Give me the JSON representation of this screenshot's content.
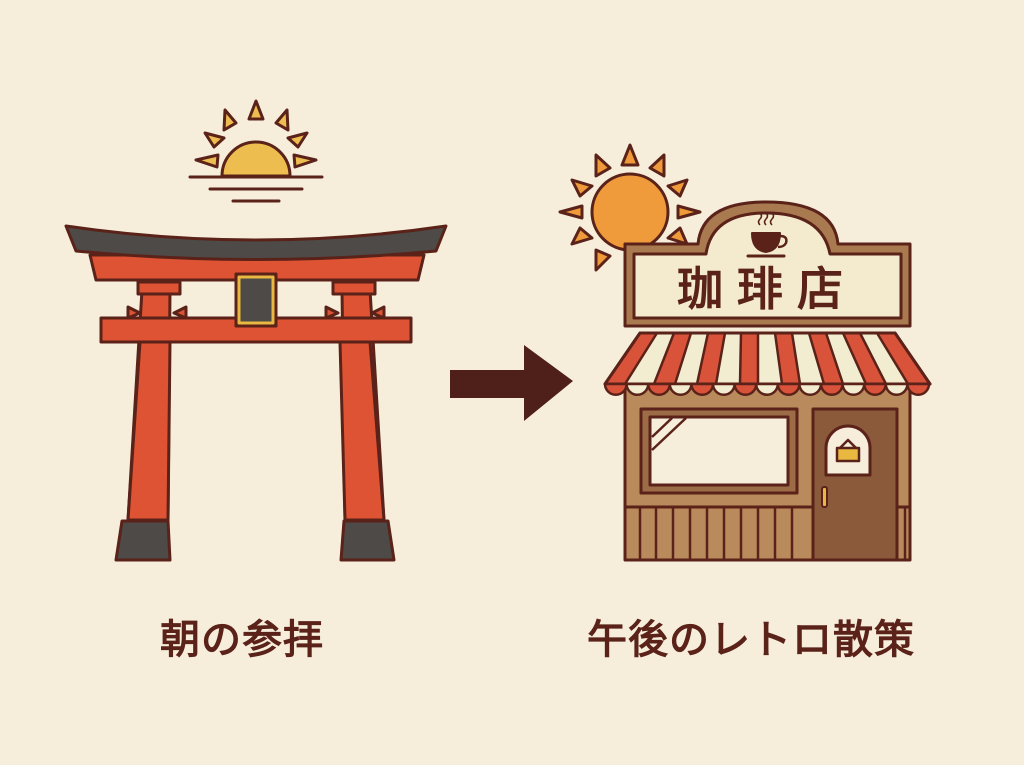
{
  "captions": {
    "left": "朝の参拝",
    "right": "午後のレトロ散策"
  },
  "shop_sign": {
    "text": "珈琲店"
  },
  "scenes": {
    "left": {
      "subject": "torii-gate",
      "sun": "morning-sunrise"
    },
    "right": {
      "subject": "retro-coffee-shop",
      "sun": "afternoon-sun"
    }
  },
  "arrow": {
    "direction": "right"
  },
  "colors": {
    "background": "#f6eedb",
    "outline": "#5a2219",
    "torii_red": "#dd5333",
    "torii_black": "#4d4a47",
    "morning_sun": "#edbd4f",
    "afternoon_sun": "#ef9a3b",
    "gold": "#e8b840",
    "shop_wall": "#b98a5c",
    "door": "#8a5a3b",
    "awning_red": "#d9533a",
    "awning_cream": "#f2ecd0",
    "sign_cream": "#f4ebcf"
  }
}
